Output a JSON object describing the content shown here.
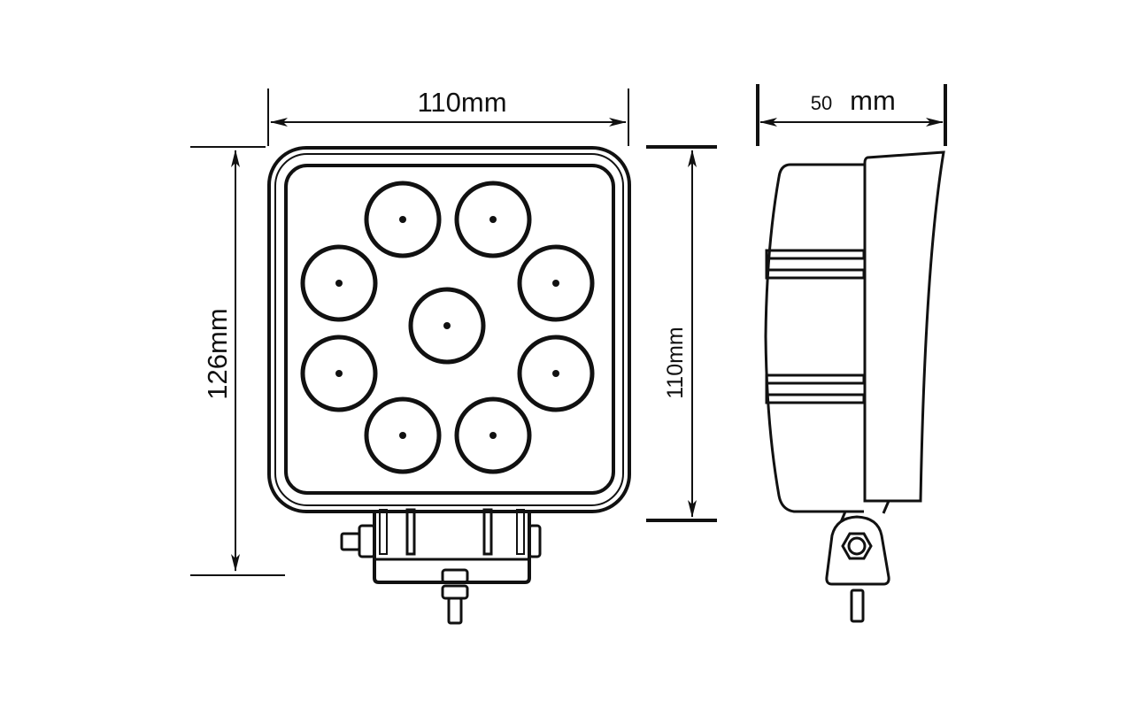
{
  "dimensions": {
    "front_width": "110mm",
    "front_height": "126mm",
    "lens_height": "110mm",
    "depth_value": "50",
    "depth_unit": "mm"
  },
  "colors": {
    "line": "#111111",
    "background": "#ffffff"
  }
}
